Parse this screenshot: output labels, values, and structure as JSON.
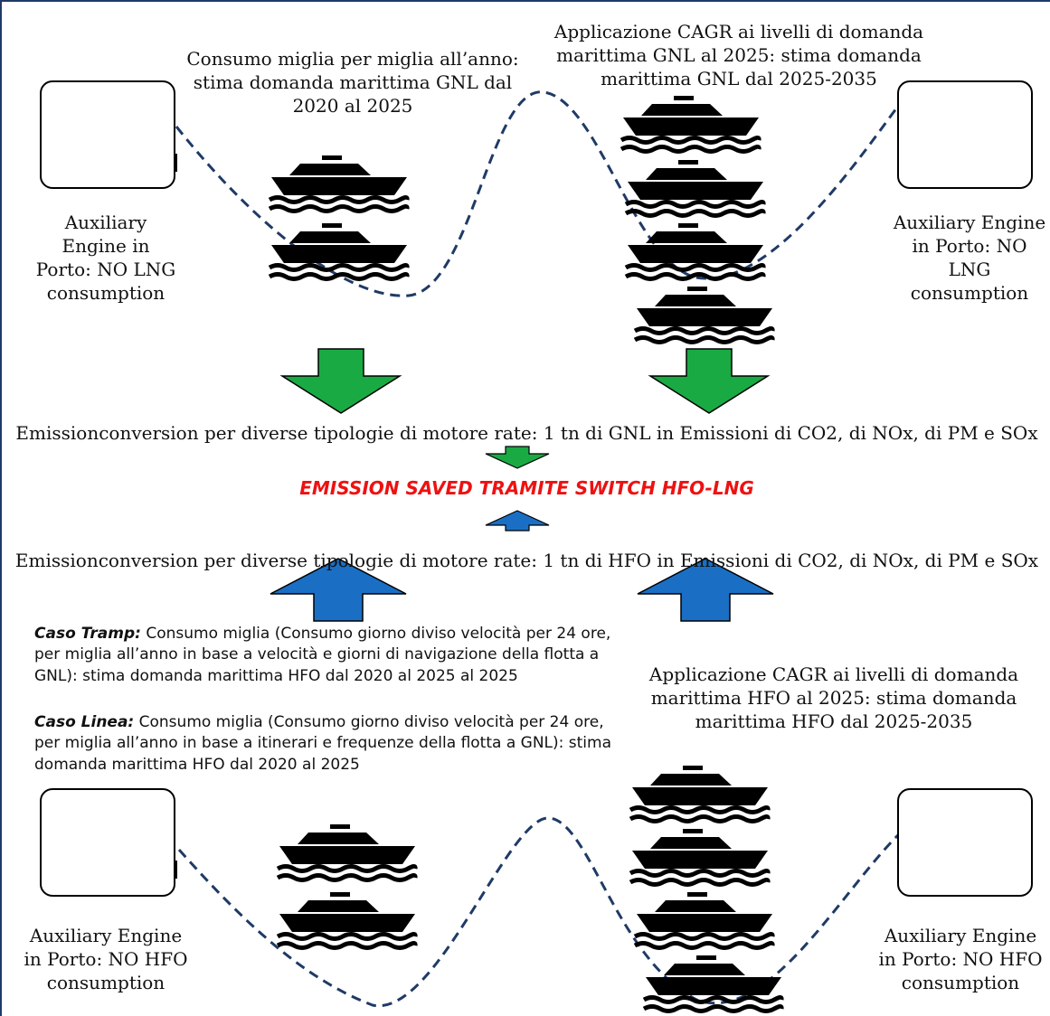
{
  "top": {
    "left_text": "Consumo miglia per miglia all’anno: stima domanda marittima GNL dal 2020 al 2025",
    "right_text": "Applicazione CAGR ai livelli di domanda marittima GNL al 2025: stima domanda marittima GNL dal 2025-2035",
    "aux_left": "Auxiliary Engine in Porto: NO LNG consumption",
    "aux_right": "Auxiliary Engine in Porto: NO LNG consumption"
  },
  "middle": {
    "lng_conversion": "Emissionconversion per diverse tipologie di motore rate: 1 tn di GNL in Emissioni di CO2, di NOx, di PM e SOx",
    "saved_title": "EMISSION SAVED TRAMITE SWITCH HFO-LNG",
    "hfo_conversion": "Emissionconversion per diverse tipologie di motore rate: 1 tn di HFO in Emissioni di CO2, di NOx, di PM e SOx"
  },
  "bottom": {
    "tramp_label": "Caso Tramp:",
    "tramp_text": " Consumo miglia (Consumo giorno diviso velocità per 24 ore, per miglia all’anno in base a velocità e giorni di navigazione della flotta a GNL): stima domanda marittima HFO dal 2020 al 2025 al 2025",
    "linea_label": "Caso Linea:",
    "linea_text": " Consumo miglia (Consumo giorno diviso velocità per 24 ore, per miglia all’anno in base a itinerari e frequenze della flotta a GNL): stima domanda marittima HFO dal 2020 al 2025",
    "right_text": "Applicazione CAGR ai livelli di domanda marittima HFO al 2025: stima domanda marittima HFO dal 2025-2035",
    "aux_left": "Auxiliary Engine in Porto: NO HFO consumption",
    "aux_right": "Auxiliary Engine in Porto: NO HFO consumption"
  },
  "colors": {
    "green_arrow": "#1aaa44",
    "blue_arrow": "#1a6fc4",
    "dashed_line": "#1f3a66",
    "red_text": "#ee1111"
  },
  "icons": {
    "port_ship": "cruise-ship-icon",
    "ship": "ship-icon"
  }
}
